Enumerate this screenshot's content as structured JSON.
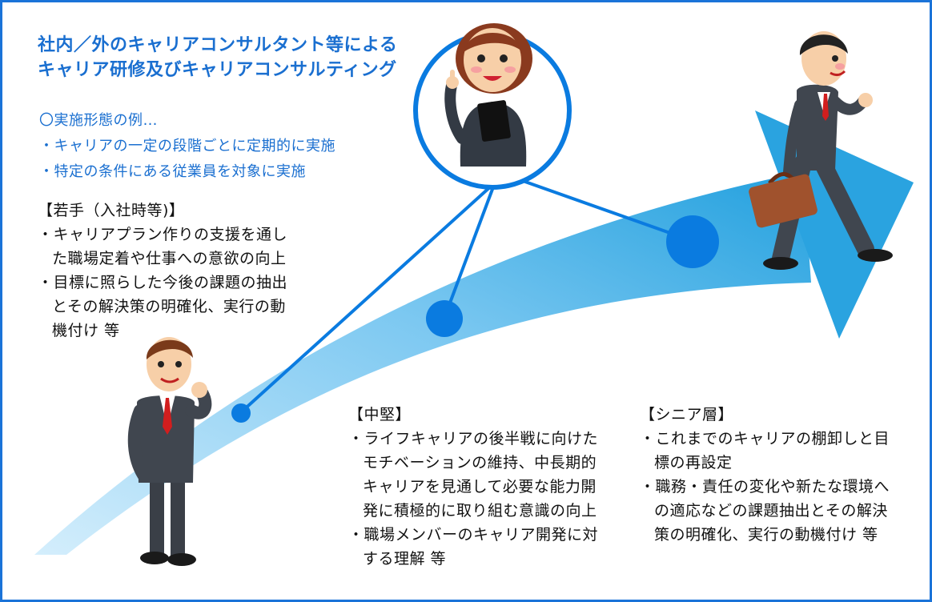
{
  "title": {
    "line1": "社内／外のキャリアコンサルタント等による",
    "line2": "キャリア研修及びキャリアコンサルティング"
  },
  "implementation": {
    "heading": "〇実施形態の例…",
    "items": [
      "・キャリアの一定の段階ごとに定期的に実施",
      "・特定の条件にある従業員を対象に実施"
    ]
  },
  "young": {
    "heading": "【若手（入社時等)】",
    "bullet1": {
      "line1": "・キャリアプラン作りの支援を通し",
      "line2": "た職場定着や仕事への意欲の向上"
    },
    "bullet2": {
      "line1": "・目標に照らした今後の課題の抽出",
      "line2": "とその解決策の明確化、実行の動",
      "line3": "機付け 等"
    }
  },
  "mid": {
    "heading": "【中堅】",
    "bullet1": {
      "line1": "・ライフキャリアの後半戦に向けた",
      "line2": "モチベーションの維持、中長期的",
      "line3": "キャリアを見通して必要な能力開",
      "line4": "発に積極的に取り組む意識の向上"
    },
    "bullet2": {
      "line1": "・職場メンバーのキャリア開発に対",
      "line2": "する理解 等"
    }
  },
  "senior": {
    "heading": "【シニア層】",
    "bullet1": {
      "line1": "・これまでのキャリアの棚卸しと目",
      "line2": "標の再設定"
    },
    "bullet2": {
      "line1": "・職務・責任の変化や新たな環境へ",
      "line2": "の適応などの課題抽出とその解決",
      "line3": "策の明確化、実行の動機付け 等"
    }
  },
  "colors": {
    "border": "#1a73d8",
    "title": "#1a6fd0",
    "arrow_light": "#c9e9fb",
    "arrow_dark": "#2aa3e0",
    "node": "#0a7be0"
  }
}
